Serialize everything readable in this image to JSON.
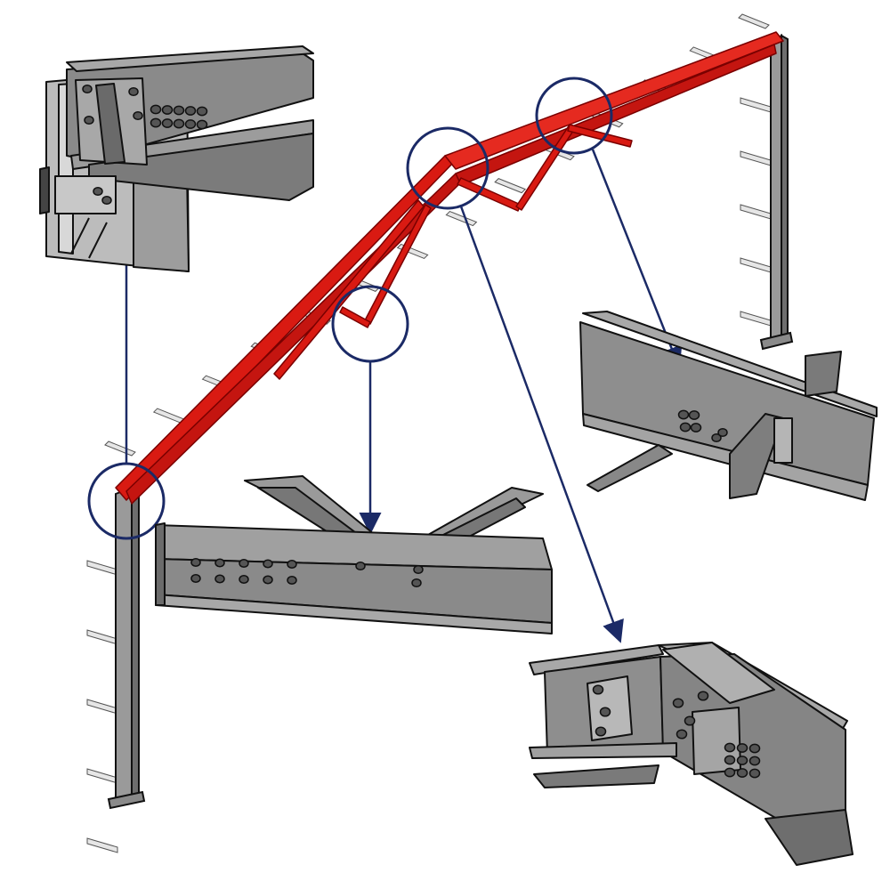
{
  "diagram": {
    "type": "steel-truss-connection-details",
    "colors": {
      "truss": "#d91a12",
      "truss_edge": "#7a0000",
      "steel": "#8e8e8e",
      "steel_light": "#b3b3b3",
      "steel_dark": "#5a5a5a",
      "outline": "#111111",
      "callout": "#1b2a66",
      "purlin": "#e6e6e6"
    },
    "callouts": [
      {
        "name": "eave-connection",
        "target": "detail-eave"
      },
      {
        "name": "bottom-chord-node",
        "target": "detail-bottom-chord"
      },
      {
        "name": "apex-connection",
        "target": "detail-apex"
      },
      {
        "name": "top-chord-node",
        "target": "detail-top-chord"
      }
    ],
    "details": [
      {
        "name": "detail-eave",
        "bolt_rows": 2,
        "bolts_per_row": 5
      },
      {
        "name": "detail-bottom-chord",
        "bolt_rows": 2,
        "bolts_per_row": 5
      },
      {
        "name": "detail-top-chord",
        "bolt_rows": 2,
        "bolts_per_row": 2
      },
      {
        "name": "detail-apex",
        "bolt_rows": 3,
        "bolts_per_row": 3
      }
    ]
  }
}
